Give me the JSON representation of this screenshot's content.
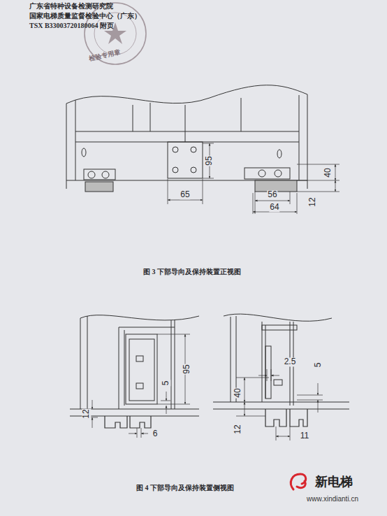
{
  "diagram": {
    "labels": [
      "广东省特种设备检测研究院",
      "国家电梯质量监督检验中心（广东）",
      "TSX B33003720180064 附页",
      "检验专用章",
      "95",
      "65",
      "40",
      "56",
      "64",
      "12",
      "图 3 下部导向及保持装置正视图",
      "95",
      "5",
      "12",
      "6",
      "2.5",
      "5",
      "40",
      "12",
      "11",
      "图 4 下部导向及保持装置侧视图",
      "新电梯",
      "www.xindianti.cn"
    ]
  }
}
